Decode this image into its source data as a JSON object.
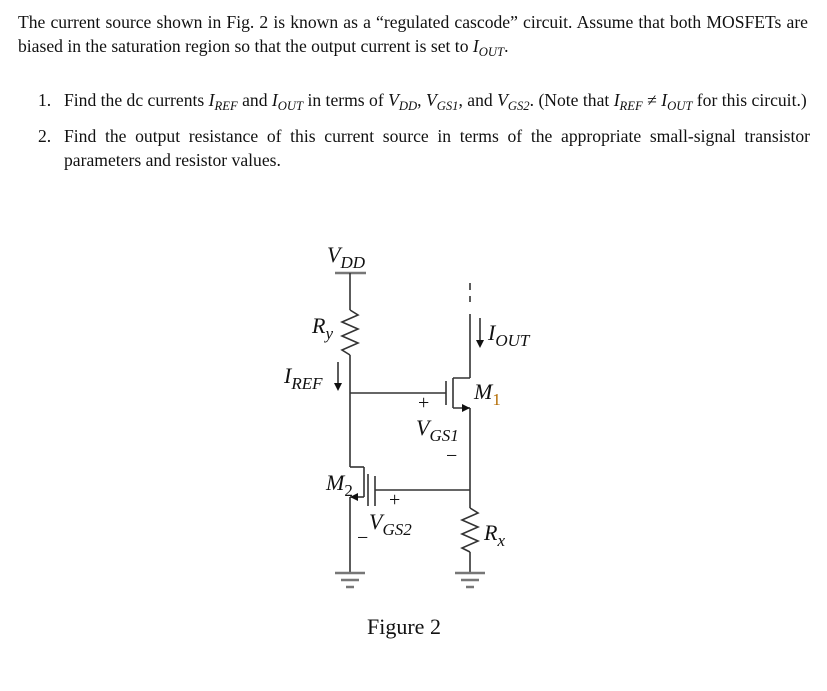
{
  "intro": {
    "part1": "The current source shown in Fig. 2 is known as a “regulated cascode” circuit. Assume that both MOSFETs are biased in the saturation region so that the output current is set to ",
    "iout_base": "I",
    "iout_sub": "OUT",
    "part2": "."
  },
  "questions": [
    {
      "number": "1.",
      "text_a": "Find the dc currents ",
      "iref_base": "I",
      "iref_sub": "REF",
      "text_b": " and ",
      "iout_base": "I",
      "iout_sub": "OUT",
      "text_c": " in terms of ",
      "vdd_base": "V",
      "vdd_sub": "DD",
      "text_d": ", ",
      "vgs1_base": "V",
      "vgs1_sub": "GS1",
      "text_e": ", and ",
      "vgs2_base": "V",
      "vgs2_sub": "GS2",
      "text_f": ". (Note that ",
      "note_iref_base": "I",
      "note_iref_sub": "REF",
      "neq": " ≠ ",
      "note_iout_base": "I",
      "note_iout_sub": "OUT",
      "text_g": " for this circuit.)"
    },
    {
      "number": "2.",
      "text": "Find the output resistance of this current source in terms of the appropriate small-signal transistor parameters and resistor values."
    }
  ],
  "figure": {
    "caption": "Figure 2",
    "labels": {
      "vdd_base": "V",
      "vdd_sub": "DD",
      "ry_base": "R",
      "ry_sub": "y",
      "iref_base": "I",
      "iref_sub": "REF",
      "iout_base": "I",
      "iout_sub": "OUT",
      "m1_base": "M",
      "m1_sub": "1",
      "m2_base": "M",
      "m2_sub": "2",
      "vgs1_base": "V",
      "vgs1_sub": "GS1",
      "vgs2_base": "V",
      "vgs2_sub": "GS2",
      "rx_base": "R",
      "rx_sub": "x",
      "plus": "+",
      "minus": "−"
    },
    "colors": {
      "wire": "#333333",
      "ground": "#777777",
      "accent_label": "#b36b00"
    }
  }
}
